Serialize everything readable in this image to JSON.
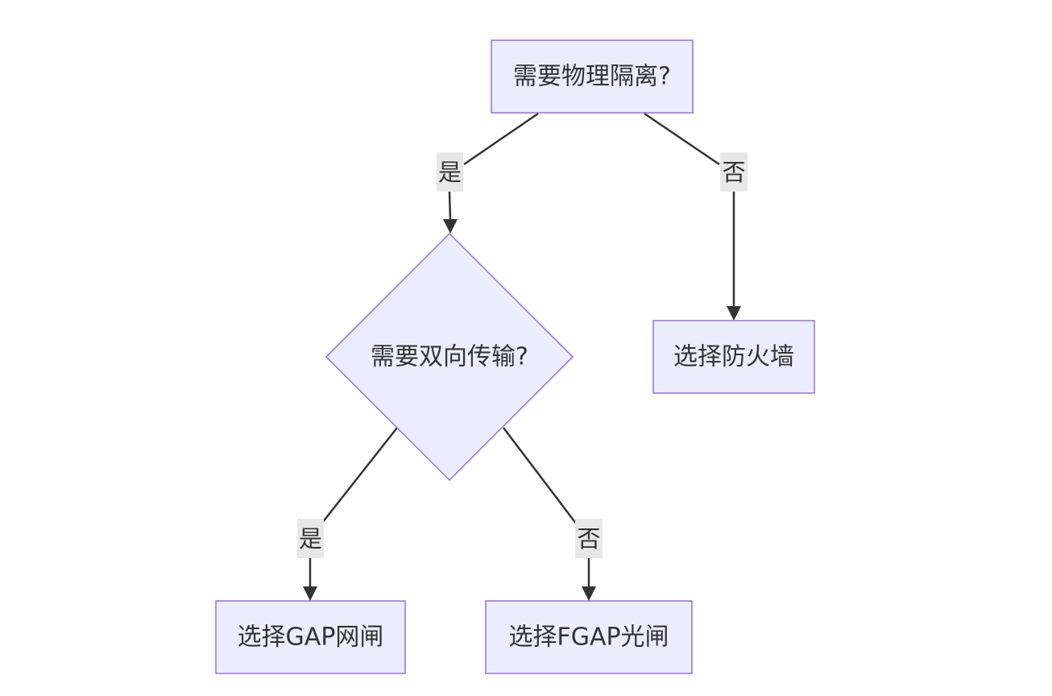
{
  "colors": {
    "node_fill": "#ececff",
    "node_stroke": "#9370db",
    "edge": "#333333",
    "edge_label_bg": "#e8e8e8",
    "text": "#333333"
  },
  "nodes": {
    "q_physical_isolation": "需要物理隔离?",
    "q_bidirectional": "需要双向传输?",
    "r_firewall": "选择防火墙",
    "r_gap": "选择GAP网闸",
    "r_fgap": "选择FGAP光闸"
  },
  "edges": {
    "isolation_yes": "是",
    "isolation_no": "否",
    "bidirectional_yes": "是",
    "bidirectional_no": "否"
  }
}
